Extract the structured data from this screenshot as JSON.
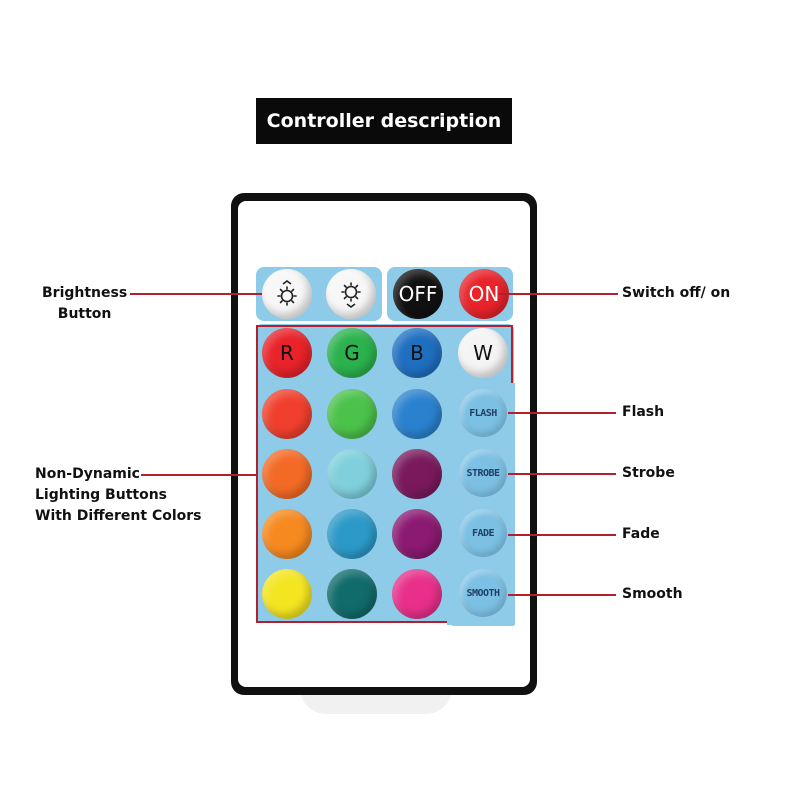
{
  "title": "Controller description",
  "annotations": {
    "brightness": [
      "Brightness",
      "Button"
    ],
    "switch": "Switch off/ on",
    "flash": "Flash",
    "strobe": "Strobe",
    "fade": "Fade",
    "smooth": "Smooth",
    "non_dynamic": [
      "Non-Dynamic",
      "Lighting Buttons",
      "With Different Colors"
    ]
  },
  "remote": {
    "brightness_buttons": [
      {
        "name": "brightness-up",
        "icon": "sun-up-icon"
      },
      {
        "name": "brightness-down",
        "icon": "sun-down-icon"
      }
    ],
    "power_buttons": {
      "off": {
        "label": "OFF",
        "color": "#111111"
      },
      "on": {
        "label": "ON",
        "color": "#e8232a"
      }
    },
    "letter_buttons": [
      {
        "label": "R",
        "color": "#e8232a"
      },
      {
        "label": "G",
        "color": "#2bb24c"
      },
      {
        "label": "B",
        "color": "#1f6fc0"
      },
      {
        "label": "W",
        "color": "#f4f4f4"
      }
    ],
    "color_rows": [
      [
        "#f0402d",
        "#4bc24a",
        "#2a82cf"
      ],
      [
        "#f36a26",
        "#7fd0dc",
        "#7a1a5d"
      ],
      [
        "#f6891f",
        "#2c9ac8",
        "#8b1a72"
      ],
      [
        "#f4e521",
        "#116b6b",
        "#e8308b"
      ]
    ],
    "mode_buttons": [
      "FLASH",
      "STROBE",
      "FADE",
      "SMOOTH"
    ]
  },
  "colors": {
    "panel": "#8ecbe9",
    "annotation_line": "#b21f2d"
  }
}
